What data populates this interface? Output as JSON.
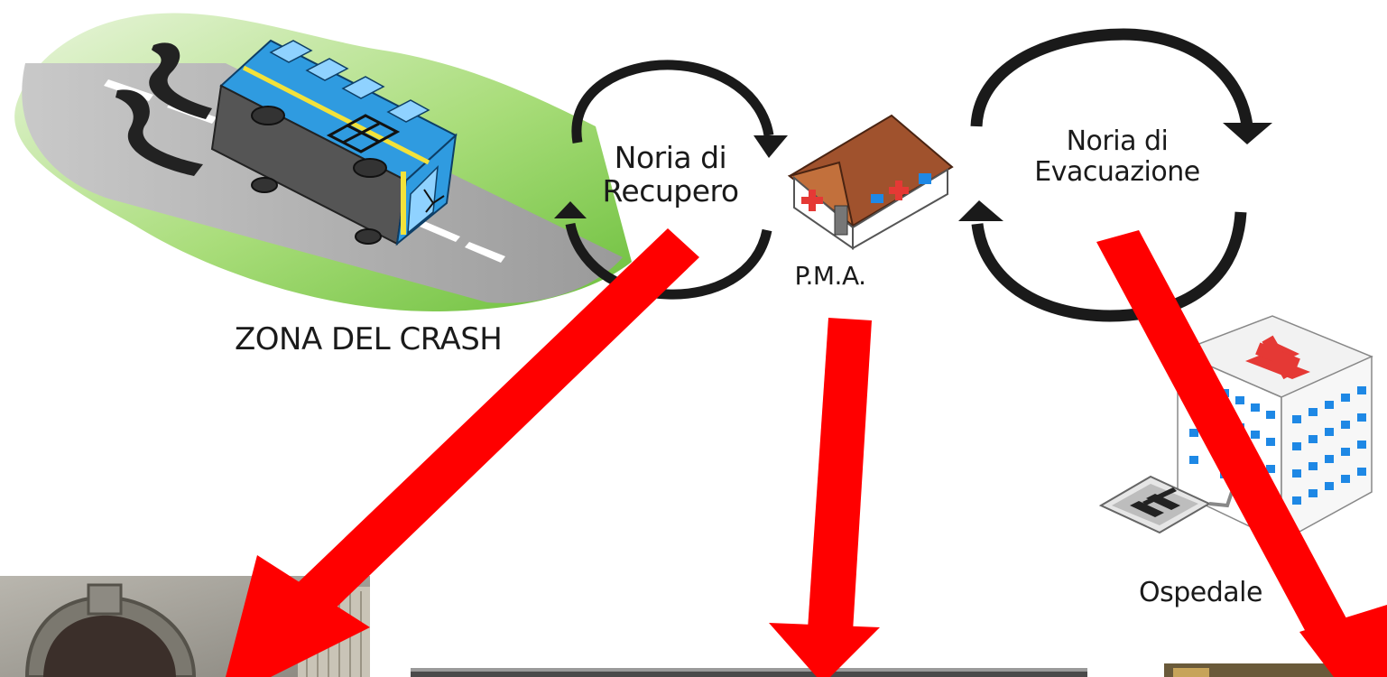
{
  "labels": {
    "recovery_loop": {
      "line1": "Noria di",
      "line2": "Recupero"
    },
    "evacuation_loop": {
      "line1": "Noria di",
      "line2": "Evacuazione"
    },
    "pma": "P.M.A.",
    "crash_zone": "ZONA DEL CRASH",
    "hospital": "Ospedale"
  },
  "colors": {
    "arrow_red": "#ff0000",
    "loop_black": "#1a1a1a",
    "road_gray": "#9a9a9a",
    "grass_green": "#8fd15a",
    "bus_blue": "#2f9be0",
    "bus_body_gray": "#555555",
    "pma_roof": "#a0522d",
    "hospital_window": "#1e88e5",
    "cross_red": "#e53935"
  },
  "icons": [
    "bus-icon",
    "pma-building-icon",
    "hospital-icon",
    "helipad-icon",
    "loop-arrow-icon",
    "red-arrow-icon"
  ]
}
